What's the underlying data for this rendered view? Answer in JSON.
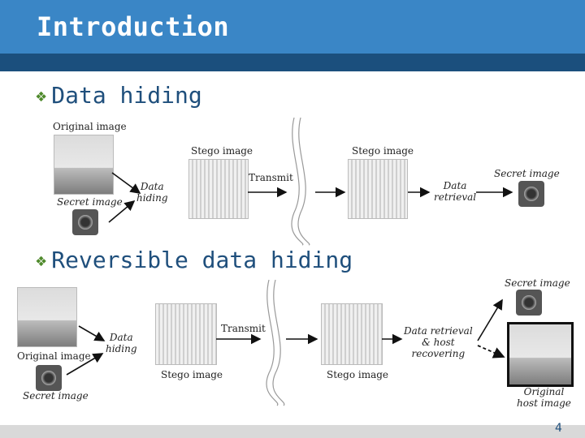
{
  "header": {
    "title": "Introduction"
  },
  "bullets": {
    "b1": "Data hiding",
    "b2": "Reversible data hiding"
  },
  "glyph": "❖",
  "diagram1": {
    "original_image": "Original image",
    "secret_image_left": "Secret image",
    "data_hiding": "Data\nhiding",
    "stego_image_1": "Stego image",
    "transmit": "Transmit",
    "stego_image_2": "Stego image",
    "data_retrieval": "Data\nretrieval",
    "secret_image_right": "Secret image"
  },
  "diagram2": {
    "original_image": "Original image",
    "secret_image_left": "Secret image",
    "data_hiding": "Data\nhiding",
    "stego_image_1": "Stego image",
    "transmit": "Transmit",
    "stego_image_2": "Stego image",
    "data_retrieval": "Data retrieval\n& host\nrecovering",
    "secret_image_right": "Secret image",
    "original_host": "Original\nhost image"
  },
  "footer": {
    "page_number": "4"
  },
  "colors": {
    "header": "#3a86c6",
    "band": "#1b4f7d",
    "bullet_glyph": "#4f8a2c",
    "bullet_text": "#1f4f7c"
  }
}
